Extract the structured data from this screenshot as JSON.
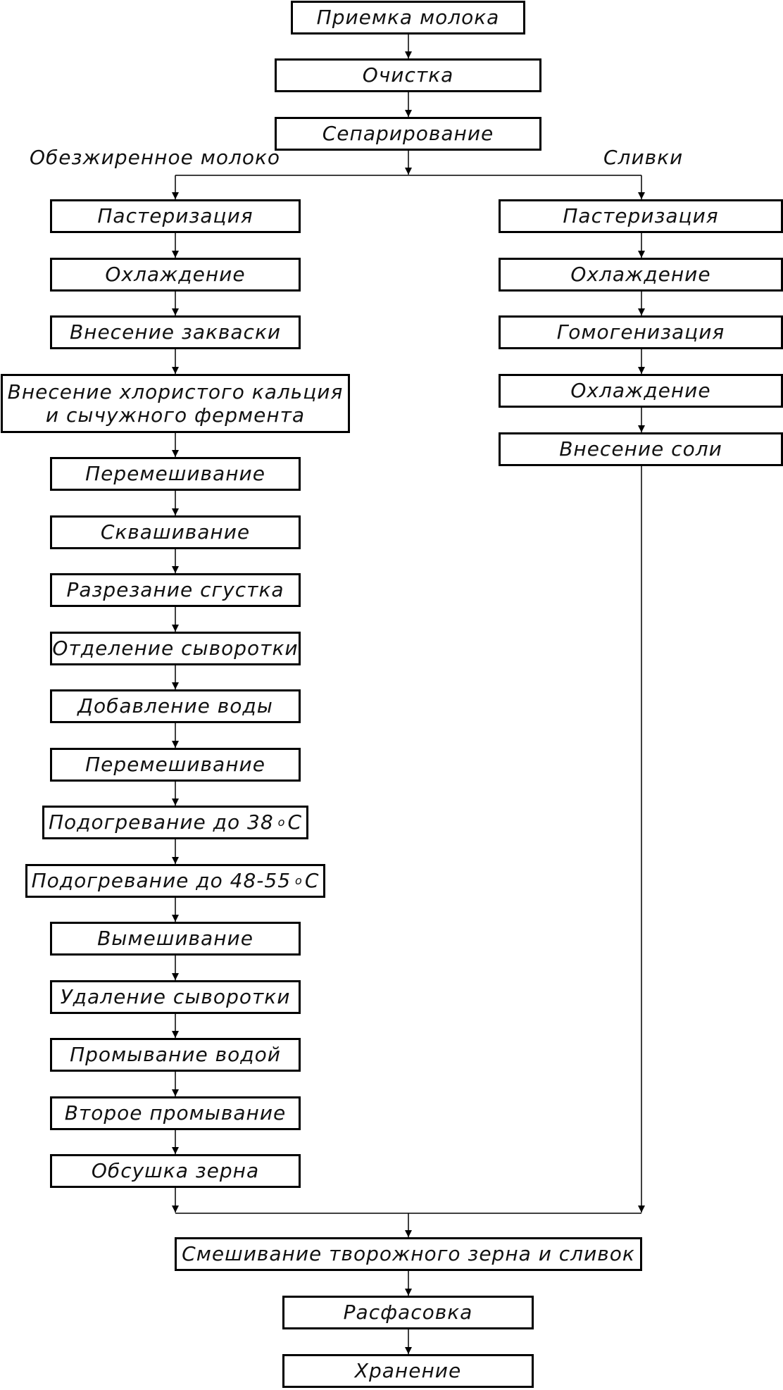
{
  "branch_labels": {
    "left": "Обезжиренное молоко",
    "right": "Сливки"
  },
  "top_steps": [
    "Приемка молока",
    "Очистка",
    "Сепарирование"
  ],
  "skim_milk_steps": [
    "Пастеризация",
    "Охлаждение",
    "Внесение закваски",
    "Внесение хлористого кальция",
    "и сычужного фермента",
    "Перемешивание",
    "Сквашивание",
    "Разрезание сгустка",
    "Отделение сыворотки",
    "Добавление воды",
    "Перемешивание",
    "Подогревание до 38",
    "Подогревание до 48-55",
    "Вымешивание",
    "Удаление сыворотки",
    "Промывание водой",
    "Второе промывание",
    "Обсушка зерна"
  ],
  "degree_sign": "o",
  "celsius": "C",
  "cream_steps": [
    "Пастеризация",
    "Охлаждение",
    "Гомогенизация",
    "Охлаждение",
    "Внесение соли"
  ],
  "final_steps": [
    "Смешивание творожного зерна и сливок",
    "Расфасовка",
    "Хранение"
  ]
}
